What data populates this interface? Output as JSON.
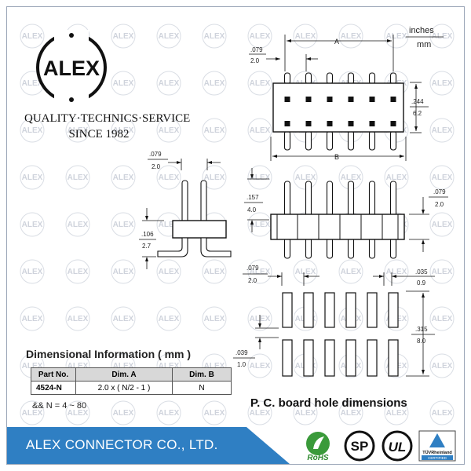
{
  "units": {
    "top": "inches",
    "bottom": "mm"
  },
  "brand": {
    "logo_text": "ALEX",
    "tagline_1": "QUALITY·TECHNICS·SERVICE",
    "tagline_2": "SINCE 1982",
    "watermark": "ALEX"
  },
  "top_view": {
    "dim_a": "A",
    "dim_b": "B",
    "pitch_in": ".079",
    "pitch_mm": "2.0",
    "height_in": ".244",
    "height_mm": "6.2"
  },
  "side_view": {
    "pitch_in": ".079",
    "pitch_mm": "2.0",
    "bend_in": ".106",
    "bend_mm": "2.7"
  },
  "front_view": {
    "pin_in": ".157",
    "pin_mm": "4.0",
    "body_in": ".079",
    "body_mm": "2.0"
  },
  "pcb": {
    "title": "P. C. board hole dimensions",
    "pitch_in": ".079",
    "pitch_mm": "2.0",
    "pad_w_in": ".035",
    "pad_w_mm": "0.9",
    "row_in": ".315",
    "row_mm": "8.0",
    "gap_in": ".039",
    "gap_mm": "1.0"
  },
  "dimensional_info": {
    "title": "Dimensional Information ( mm )",
    "headers": [
      "Part No.",
      "Dim. A",
      "Dim. B"
    ],
    "rows": [
      [
        "4524-N",
        "2.0 x ( N/2 - 1 )",
        "N"
      ]
    ],
    "note": "&& N = 4 ~ 80"
  },
  "footer": {
    "company": "ALEX CONNECTOR CO., LTD.",
    "brand_color": "#2f7fc3",
    "certs": [
      {
        "name": "rohs",
        "label": "RoHS"
      },
      {
        "name": "csa",
        "label": "SP"
      },
      {
        "name": "ul",
        "label": "UL"
      },
      {
        "name": "tuv",
        "label_1": "TÜVRheinland",
        "label_2": "CERTIFIED"
      }
    ]
  }
}
